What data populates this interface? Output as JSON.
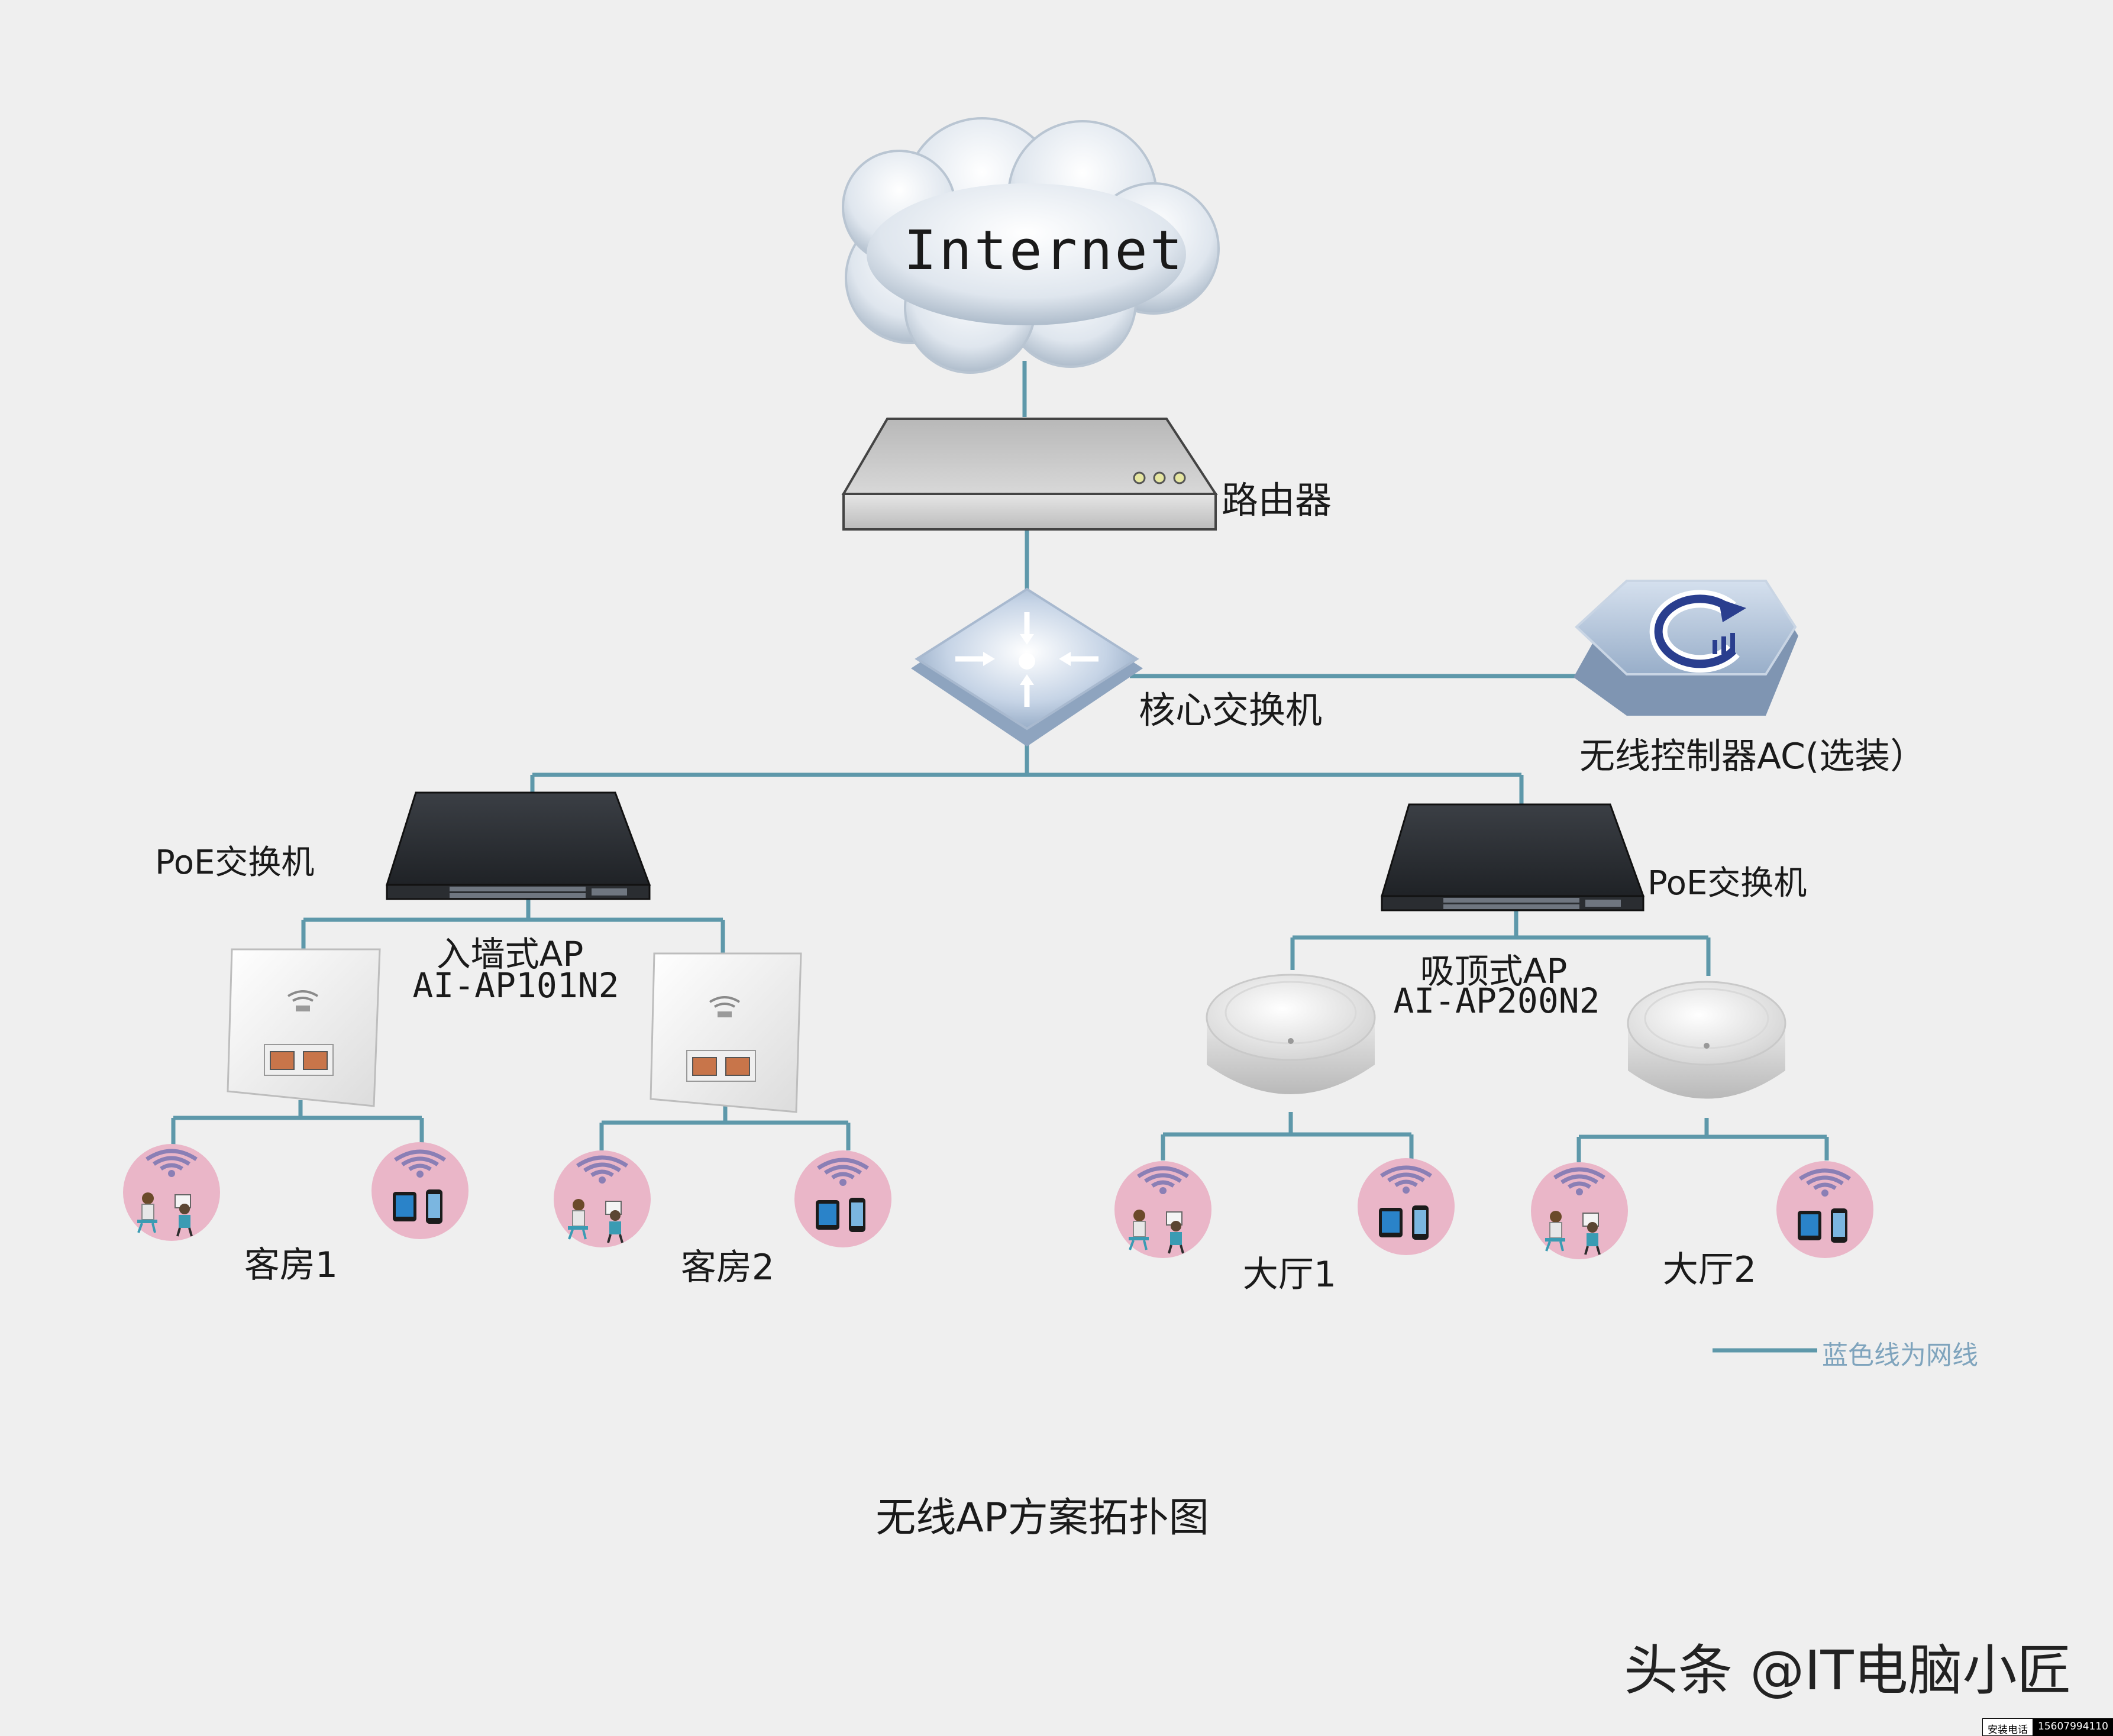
{
  "nodes": {
    "internet": "Internet",
    "router": "路由器",
    "core_switch": "核心交换机",
    "controller": "无线控制器AC(选装）",
    "poe_left": "PoE交换机",
    "poe_right": "PoE交换机",
    "wall_ap_title": "入墙式AP",
    "wall_ap_model": "AI-AP101N2",
    "ceiling_ap_title": "吸顶式AP",
    "ceiling_ap_model": "AI-AP200N2"
  },
  "zones": [
    "客房1",
    "客房2",
    "大厅1",
    "大厅2"
  ],
  "legend": "蓝色线为网线",
  "caption": "无线AP方案拓扑图",
  "watermark": "头条 @IT电脑小匠",
  "phone_badge": {
    "label": "安装电话",
    "number": "15607994110"
  },
  "colors": {
    "cable": "#5e98aa",
    "background": "#efefef",
    "client_circle": "#eab6c8"
  }
}
